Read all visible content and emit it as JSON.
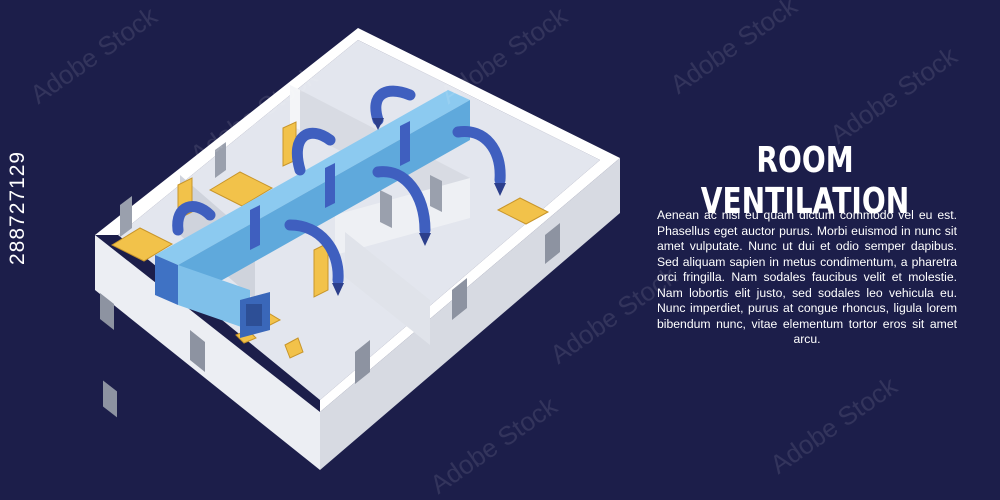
{
  "banner": {
    "title": "ROOM VENTILATION",
    "description": "Aenean ac nisi eu quam dictum commodo vel eu est. Phasellus eget auctor purus. Morbi euismod in nunc sit amet vulputate. Nunc ut dui et odio semper dapibus. Sed aliquam sapien in metus condimentum, a pharetra orci fringilla. Nam sodales faucibus velit et molestie. Nam lobortis elit justo, sed sodales leo vehicula eu. Nunc imperdiet, purus at congue rhoncus, ligula lorem bibendum nunc, vitae elementum tortor eros sit amet arcu."
  },
  "stock": {
    "id": "288727129",
    "watermark": "Adobe Stock"
  },
  "colors": {
    "background": "#1c1e4a",
    "walls": "#ffffff",
    "floor": "#e6e8ee",
    "duct": "#6cb6e3",
    "duct_dark": "#3b86c6",
    "hose": "#3f5fbf",
    "furniture": "#f2c24a"
  }
}
